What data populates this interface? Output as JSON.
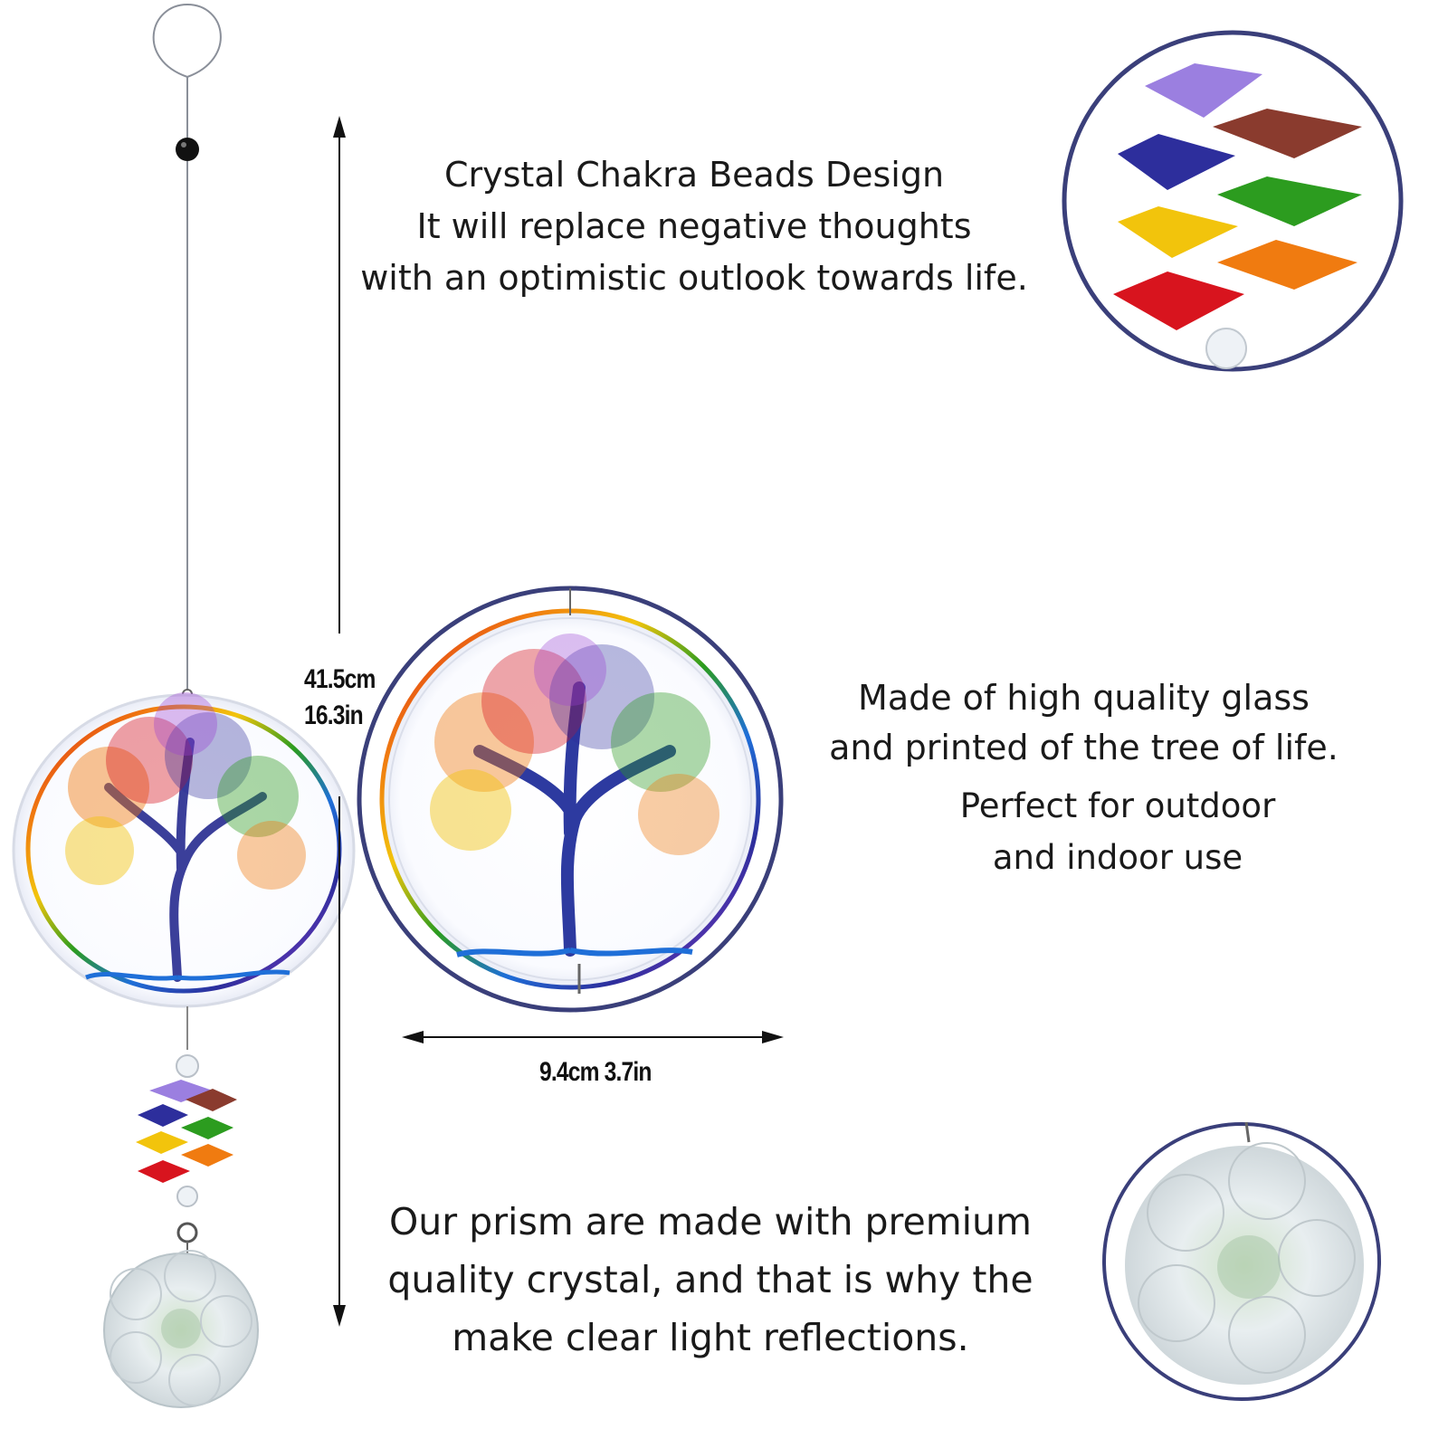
{
  "colors": {
    "text": "#1a1a1a",
    "ring": "#3a3f7a",
    "chakra": [
      "#9b7fe0",
      "#8a3b2e",
      "#2d2e9c",
      "#2c9c1f",
      "#f2c40c",
      "#f07b10",
      "#d8141e"
    ]
  },
  "top_text": {
    "line1": "Crystal Chakra Beads Design",
    "line2": "It will replace negative thoughts",
    "line3": "with an optimistic outlook towards life."
  },
  "middle_text": {
    "line1": "Made of high quality glass",
    "line2": "and printed of the tree of life.",
    "line3": "Perfect for outdoor",
    "line4": "and indoor use"
  },
  "bottom_text": {
    "line1": "Our prism are made with premium",
    "line2": "quality crystal, and that is why the",
    "line3": "make clear light reflections."
  },
  "dimensions": {
    "height_cm": "41.5cm",
    "height_in": "16.3in",
    "width": "9.4cm 3.7in"
  }
}
